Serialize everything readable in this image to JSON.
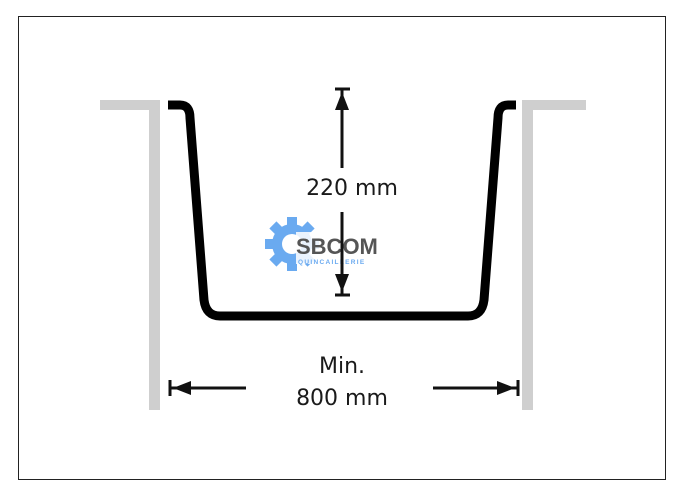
{
  "diagram": {
    "depth_label": "220 mm",
    "width_label_line1": "Min.",
    "width_label_line2": "800 mm"
  },
  "watermark": {
    "brand": "SBCOM",
    "tagline": "QUINCAILLERIE"
  },
  "colors": {
    "sink": "#000000",
    "cabinet": "#cfcfcf",
    "logo_gear": "#6aaaf0",
    "logo_text": "#555555"
  }
}
